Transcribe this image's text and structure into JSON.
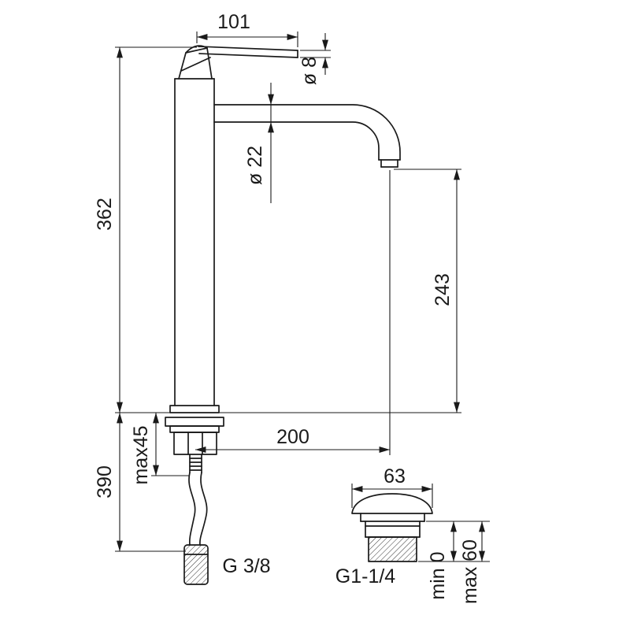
{
  "diagram": {
    "type": "technical-dimension-drawing",
    "subject": "tall-single-lever-basin-mixer-with-popup-waste",
    "colors": {
      "line": "#1a1a1a",
      "background": "#ffffff"
    },
    "labels": {
      "dim_101": "101",
      "dia_8": "ø 8",
      "dim_362": "362",
      "dia_22": "ø 22",
      "dim_243": "243",
      "dim_200": "200",
      "dim_390": "390",
      "max_45": "max45",
      "g_38": "G 3/8",
      "dim_63": "63",
      "g_114": "G1-1/4",
      "min_0": "min 0",
      "max_60": "max 60"
    }
  }
}
